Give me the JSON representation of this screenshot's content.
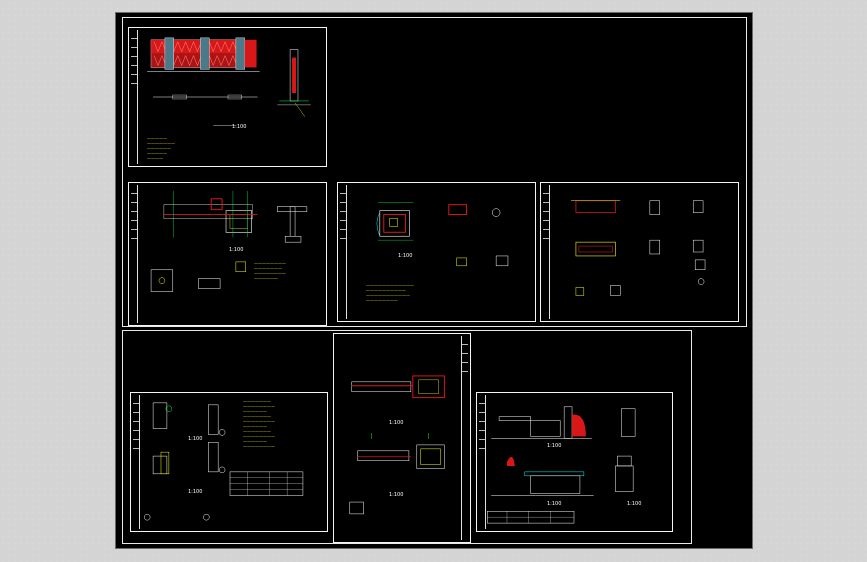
{
  "app": {
    "viewport_background": "#d4d4d4",
    "model_space_background": "#000000"
  },
  "colors": {
    "line_white": "#ffffff",
    "line_yellow": "#ffff00",
    "line_red": "#ff2a2a",
    "line_cyan": "#00ffff",
    "line_green": "#00ff40",
    "line_magenta": "#ff40ff"
  },
  "drawings": {
    "sheet1": {
      "scale_label": "1:100"
    },
    "sheet2": {
      "plan_label": "1:100"
    },
    "sheet3": {
      "plan_label": "1:100"
    },
    "sheet5": {
      "label_1": "1:100",
      "label_2": "1:100"
    },
    "sheet6": {
      "label_1": "1:100",
      "label_2": "1:100"
    },
    "sheet7": {
      "label_1": "1:100",
      "label_2": "1:100",
      "label_3": "1:100"
    }
  }
}
